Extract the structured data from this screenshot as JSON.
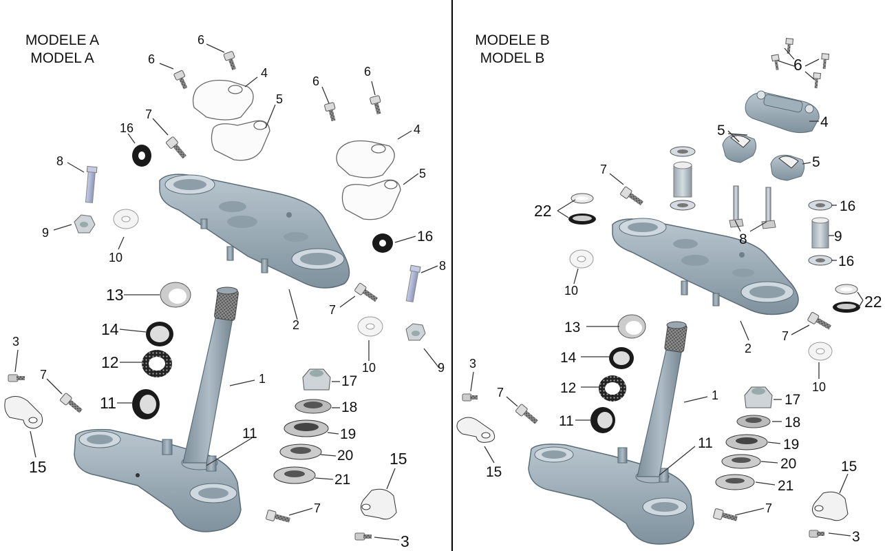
{
  "panels": [
    {
      "title_fr": "MODELE A",
      "title_en": "MODEL A"
    },
    {
      "title_fr": "MODELE B",
      "title_en": "MODEL B"
    }
  ],
  "labels": {
    "a": [
      "6",
      "6",
      "4",
      "5",
      "6",
      "6",
      "4",
      "5",
      "16",
      "7",
      "8",
      "9",
      "10",
      "16",
      "8",
      "13",
      "14",
      "12",
      "11",
      "2",
      "7",
      "10",
      "9",
      "3",
      "7",
      "15",
      "1",
      "11",
      "17",
      "18",
      "19",
      "20",
      "21",
      "7",
      "15",
      "3"
    ],
    "b": [
      "6",
      "4",
      "5",
      "5",
      "7",
      "22",
      "16",
      "9",
      "8",
      "16",
      "10",
      "22",
      "13",
      "14",
      "12",
      "11",
      "2",
      "7",
      "10",
      "3",
      "7",
      "15",
      "1",
      "11",
      "17",
      "18",
      "19",
      "20",
      "21",
      "7",
      "15",
      "3"
    ]
  }
}
